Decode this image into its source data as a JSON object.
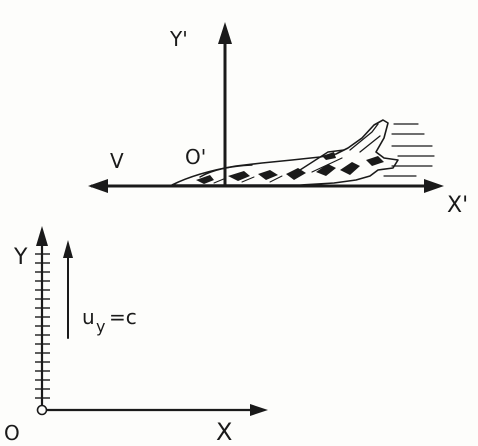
{
  "labels": {
    "y_prime": "Y'",
    "v": "V",
    "o_prime": "O'",
    "x_prime": "X'",
    "y": "Y",
    "uy_u": "u",
    "uy_sub": "y",
    "uy_eq": "=c",
    "o": "O",
    "x": "X"
  }
}
